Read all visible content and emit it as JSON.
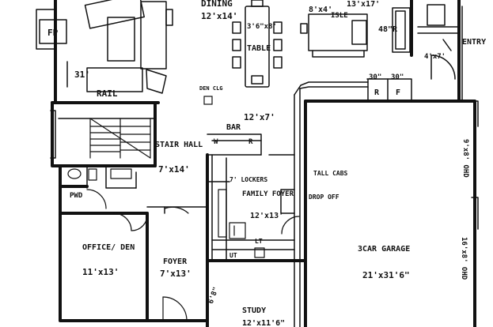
{
  "rooms": {
    "fireplace": "FP",
    "dining": "DINING",
    "dining_dim": "12'x14'",
    "table_dim": "3'6\"x8'",
    "table_label": "TABLE",
    "kitchen_dim_a": "8'x4'",
    "kitchen_dim_b": "13'x17'",
    "island": "ISLE",
    "fridge_dim": "48\"R",
    "entry": "ENTRY",
    "entry_dim": "4'x7'",
    "rail": "RAIL",
    "dim_31": "31'",
    "dim_30_a": "30\"",
    "dim_30_b": "30\"",
    "appliance_r": "R",
    "appliance_f": "F",
    "den_clg": "DEN CLG",
    "stair_hall": "STAIR HALL",
    "stair_hall_dim": "7'x14'",
    "bar": "BAR",
    "bar_dim": "12'x7'",
    "bar_w": "W",
    "bar_r": "R",
    "tall_cabs": "TALL CABS",
    "lockers": "7' LOCKERS",
    "family_foyer": "FAMILY FOYER",
    "family_foyer_dim": "12'x13'",
    "drop_off": "DROP OFF",
    "pwd": "PWD",
    "garage_dim_side": "9'x8' OHD",
    "garage_dim_side2": "16'x8' OHD",
    "garage": "3CAR GARAGE",
    "garage_dim": "21'x31'6\"",
    "office": "OFFICE/ DEN",
    "office_dim": "11'x13'",
    "foyer": "FOYER",
    "foyer_dim": "7'x13'",
    "study": "STUDY",
    "study_dim": "12'x11'6\"",
    "lt": "LT",
    "ut": "UT",
    "dim_6x8": "6'8\""
  }
}
